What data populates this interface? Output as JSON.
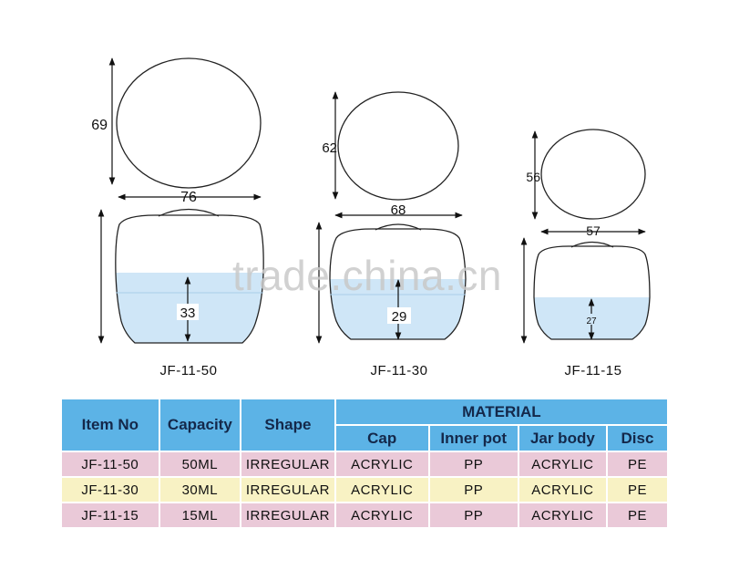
{
  "watermark": "trade.china.cn",
  "products": [
    {
      "model": "JF-11-50",
      "height": "69",
      "width": "76",
      "inner": "33"
    },
    {
      "model": "JF-11-30",
      "height": "62",
      "width": "68",
      "inner": "29"
    },
    {
      "model": "JF-11-15",
      "height": "56",
      "width": "57",
      "inner": "27"
    }
  ],
  "table": {
    "headers": {
      "item_no": "Item No",
      "capacity": "Capacity",
      "shape": "Shape",
      "material": "MATERIAL",
      "cap": "Cap",
      "inner_pot": "Inner pot",
      "jar_body": "Jar body",
      "disc": "Disc"
    },
    "rows": [
      {
        "item_no": "JF-11-50",
        "capacity": "50ML",
        "shape": "IRREGULAR",
        "cap": "ACRYLIC",
        "inner_pot": "PP",
        "jar_body": "ACRYLIC",
        "disc": "PE"
      },
      {
        "item_no": "JF-11-30",
        "capacity": "30ML",
        "shape": "IRREGULAR",
        "cap": "ACRYLIC",
        "inner_pot": "PP",
        "jar_body": "ACRYLIC",
        "disc": "PE"
      },
      {
        "item_no": "JF-11-15",
        "capacity": "15ML",
        "shape": "IRREGULAR",
        "cap": "ACRYLIC",
        "inner_pot": "PP",
        "jar_body": "ACRYLIC",
        "disc": "PE"
      }
    ]
  },
  "colors": {
    "header_blue": "#5cb3e6",
    "row_pink": "#eac9d8",
    "row_yellow": "#f8f2c4",
    "liquid_blue": "#cfe6f7"
  }
}
